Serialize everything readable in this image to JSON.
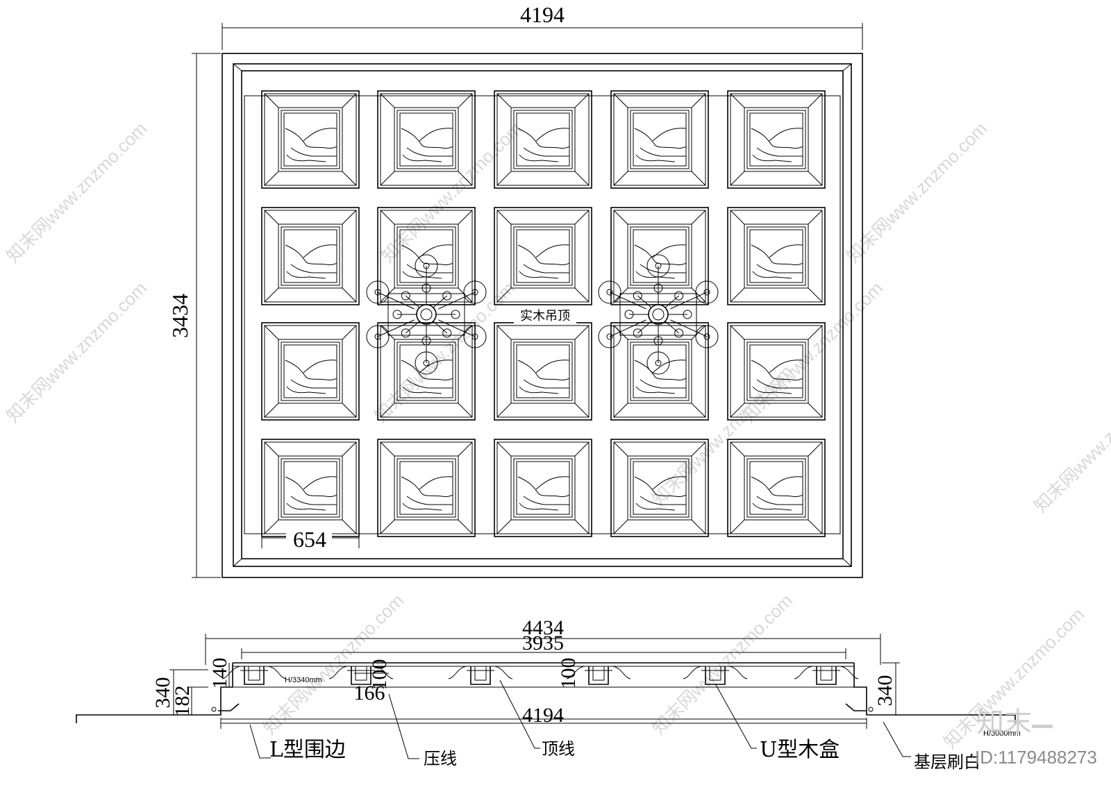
{
  "plan": {
    "dim_width": "4194",
    "dim_height": "3434",
    "dim_panel": "654",
    "center_label": "实木吊顶",
    "grid_rows": 4,
    "grid_cols": 5
  },
  "section": {
    "dim_overall": "4434",
    "dim_inner": "3935",
    "dim_bottom": "4194",
    "dim_left_total": "340",
    "dim_left_part": "182",
    "dim_left_top": "140",
    "dim_mid_a": "100",
    "dim_mid_b": "166",
    "dim_mid_c": "100",
    "dim_right": "340",
    "height_note": "H/3340mm",
    "floor_note": "H/3000mm"
  },
  "callouts": {
    "l_edge": "L型围边",
    "press_line": "压线",
    "top_line": "顶线",
    "u_box": "U型木盒",
    "base": "基层刷白"
  },
  "watermark": {
    "text": "知末网www.znzmo.com",
    "logo": "知末",
    "id": "ID:1179488273"
  }
}
